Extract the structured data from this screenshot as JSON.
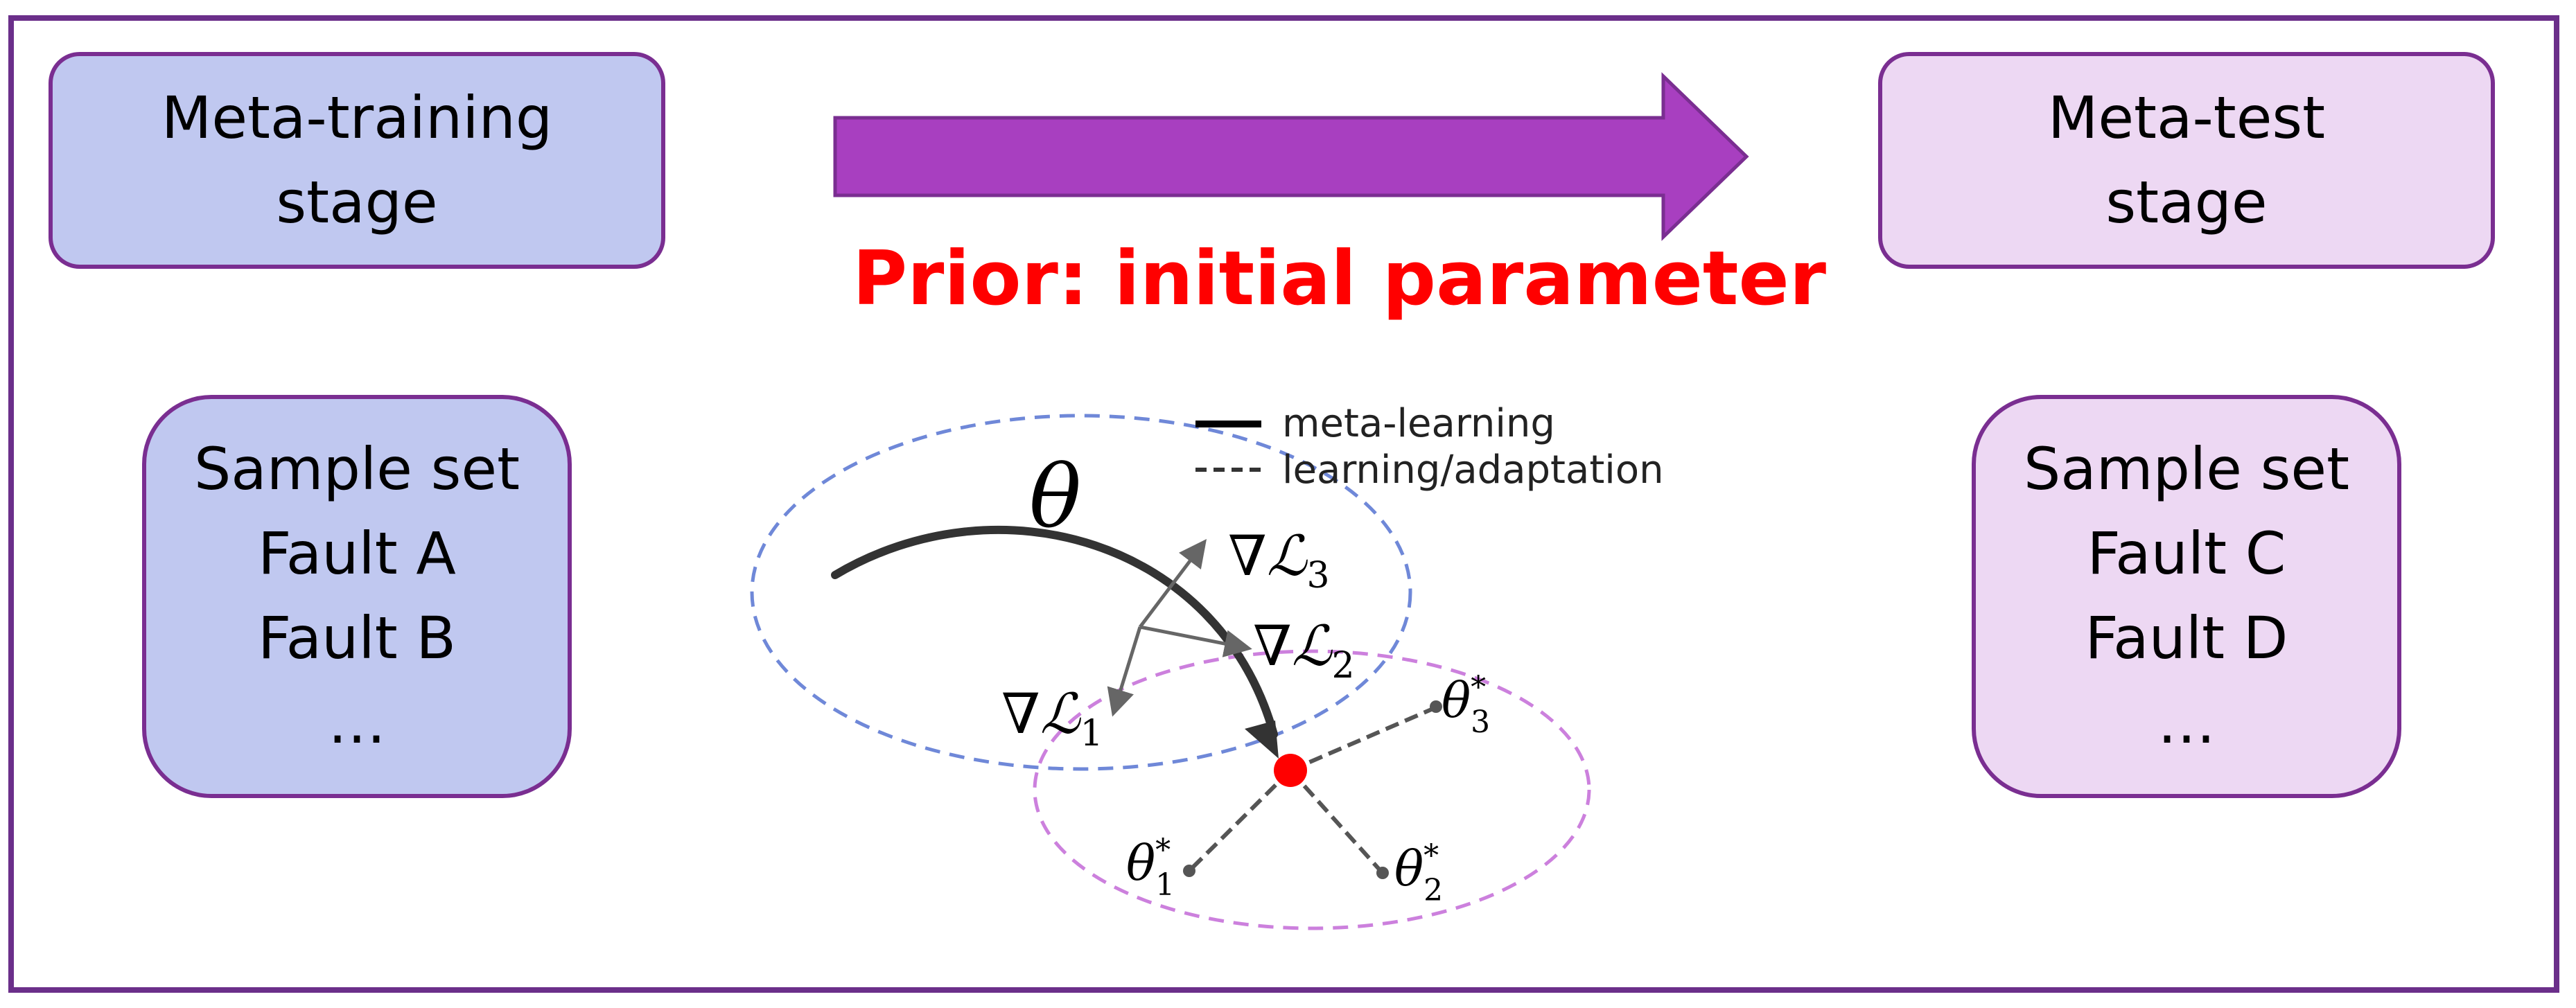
{
  "meta_training_stage": {
    "line1": "Meta-training",
    "line2": "stage"
  },
  "meta_test_stage": {
    "line1": "Meta-test",
    "line2": "stage"
  },
  "left_samples": {
    "title": "Sample set",
    "items": [
      "Fault A",
      "Fault B",
      "…"
    ]
  },
  "right_samples": {
    "title": "Sample set",
    "items": [
      "Fault C",
      "Fault D",
      "…"
    ]
  },
  "prior_label": "Prior: initial parameter",
  "legend": {
    "solid": "meta-learning",
    "dashed": "learning/adaptation"
  },
  "math": {
    "theta": "θ",
    "nabla": "∇",
    "loss": "ℒ",
    "grad_1_sub": "1",
    "grad_2_sub": "2",
    "grad_3_sub": "3",
    "theta_star_1_sub": "1",
    "theta_star_2_sub": "2",
    "theta_star_3_sub": "3",
    "star": "*"
  },
  "colors": {
    "border": "#6b2f8a",
    "arrow_fill": "#a83fc0",
    "prior_text": "#ff0000",
    "training_fill": "#c0c8f0",
    "test_fill": "#edd8f3",
    "blue_ellipse": "#6f88d8",
    "pink_ellipse": "#cc80dd",
    "initial_point": "#ff0000"
  }
}
